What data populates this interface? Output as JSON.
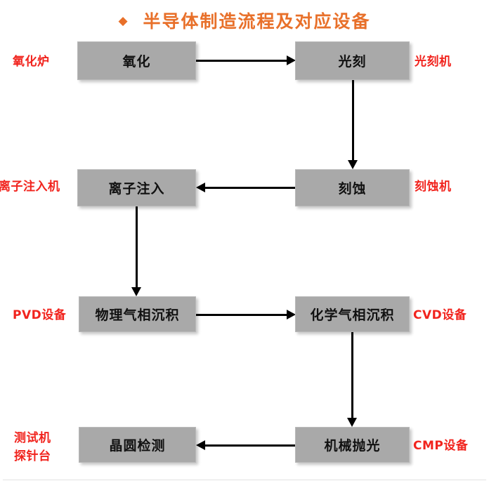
{
  "title": {
    "bullet": "◆",
    "text": "半导体制造流程及对应设备",
    "color": "#e8702a"
  },
  "colors": {
    "box_fill": "#a9a9a9",
    "box_text": "#111111",
    "equipment_label": "#f1241e",
    "arrow": "#000000",
    "background": "#ffffff",
    "bottom_rule": "#e2e2e2"
  },
  "process_boxes": [
    {
      "id": "oxidation",
      "label": "氧化"
    },
    {
      "id": "photolithography",
      "label": "光刻"
    },
    {
      "id": "ion-implantation",
      "label": "离子注入"
    },
    {
      "id": "etching",
      "label": "刻蚀"
    },
    {
      "id": "pvd",
      "label": "物理气相沉积"
    },
    {
      "id": "cvd",
      "label": "化学气相沉积"
    },
    {
      "id": "wafer-inspection",
      "label": "晶圆检测"
    },
    {
      "id": "cmp",
      "label": "机械抛光"
    }
  ],
  "equipment_labels": [
    {
      "id": "oxidation-furnace",
      "text": "氧化炉",
      "side": "left"
    },
    {
      "id": "stepper",
      "text": "光刻机",
      "side": "right"
    },
    {
      "id": "ion-implanter",
      "text": "离子注入机",
      "side": "left"
    },
    {
      "id": "etcher",
      "text": "刻蚀机",
      "side": "right"
    },
    {
      "id": "pvd-equipment",
      "text": "PVD设备",
      "side": "left"
    },
    {
      "id": "cvd-equipment",
      "text": "CVD设备",
      "side": "right"
    },
    {
      "id": "tester-line1",
      "text": "测试机",
      "side": "left"
    },
    {
      "id": "tester-line2",
      "text": "探针台",
      "side": "left"
    },
    {
      "id": "cmp-equipment",
      "text": "CMP设备",
      "side": "right"
    }
  ],
  "flow": {
    "type": "serpentine-flowchart",
    "steps": [
      "氧化",
      "光刻",
      "刻蚀",
      "离子注入",
      "物理气相沉积",
      "化学气相沉积",
      "机械抛光",
      "晶圆检测"
    ],
    "connections": [
      {
        "from": "氧化",
        "to": "光刻",
        "direction": "right"
      },
      {
        "from": "光刻",
        "to": "刻蚀",
        "direction": "down"
      },
      {
        "from": "刻蚀",
        "to": "离子注入",
        "direction": "left"
      },
      {
        "from": "离子注入",
        "to": "物理气相沉积",
        "direction": "down"
      },
      {
        "from": "物理气相沉积",
        "to": "化学气相沉积",
        "direction": "right"
      },
      {
        "from": "化学气相沉积",
        "to": "机械抛光",
        "direction": "down"
      },
      {
        "from": "机械抛光",
        "to": "晶圆检测",
        "direction": "left"
      }
    ]
  }
}
